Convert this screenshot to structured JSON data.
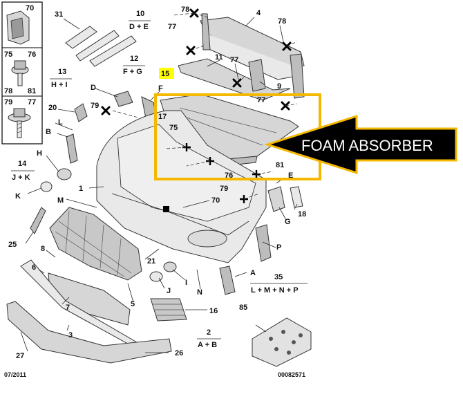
{
  "callout": {
    "text": "FOAM ABSORBER",
    "bg_color": "#000000",
    "frame_color": "#f5b800",
    "highlight_color": "#ffff00"
  },
  "footer": {
    "date": "07/2011",
    "ref": "00082571"
  },
  "fastener_box": [
    {
      "num": "70"
    },
    {
      "num": "75",
      "num2": "76"
    },
    {
      "num": "78",
      "num2": "81"
    },
    {
      "num": "79",
      "num2": "77"
    }
  ],
  "labels": {
    "n31": "31",
    "n10": "10",
    "d_e": "D + E",
    "n78a": "78",
    "n4": "4",
    "n77a": "77",
    "n78b": "78",
    "n12": "12",
    "f_g": "F + G",
    "n11": "11",
    "n77b": "77",
    "n13": "13",
    "h_i": "H + I",
    "n15": "15",
    "n9": "9",
    "D": "D",
    "F": "F",
    "n77c": "77",
    "n20": "20",
    "n79a": "79",
    "n17": "17",
    "n75": "75",
    "B": "B",
    "L": "L",
    "H": "H",
    "n81": "81",
    "n14": "14",
    "j_k": "J + K",
    "n76": "76",
    "E": "E",
    "n79b": "79",
    "n1": "1",
    "K": "K",
    "n70": "70",
    "G": "G",
    "n18": "18",
    "M": "M",
    "n25": "25",
    "n21": "21",
    "P": "P",
    "n8": "8",
    "n6": "6",
    "I": "I",
    "A": "A",
    "n35": "35",
    "l_m_n_p": "L + M + N + P",
    "J": "J",
    "N": "N",
    "n5": "5",
    "n7": "7",
    "n16": "16",
    "n85": "85",
    "n3": "3",
    "n2": "2",
    "a_b": "A + B",
    "n27": "27",
    "n26": "26"
  }
}
